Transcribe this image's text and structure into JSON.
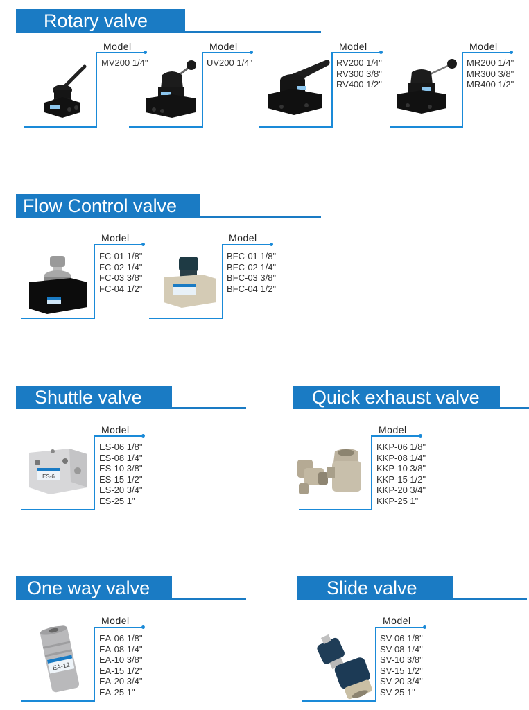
{
  "colors": {
    "brand_blue": "#1a7bc4",
    "line_blue": "#1a8ad8"
  },
  "sections": {
    "rotary": {
      "title": "Rotary valve",
      "items": [
        {
          "label": "Model",
          "models": [
            "MV200 1/4\""
          ],
          "image": "rotary-valve-mv-icon"
        },
        {
          "label": "Model",
          "models": [
            "UV200 1/4\""
          ],
          "image": "rotary-valve-uv-icon"
        },
        {
          "label": "Model",
          "models": [
            "RV200 1/4\"",
            "RV300 3/8\"",
            "RV400 1/2\""
          ],
          "image": "rotary-valve-rv-icon"
        },
        {
          "label": "Model",
          "models": [
            "MR200 1/4\"",
            "MR300 3/8\"",
            "MR400 1/2\""
          ],
          "image": "rotary-valve-mr-icon"
        }
      ]
    },
    "flow": {
      "title": "Flow Control valve",
      "items": [
        {
          "label": "Model",
          "models": [
            "FC-01 1/8\"",
            "FC-02 1/4\"",
            "FC-03 3/8\"",
            "FC-04 1/2\""
          ],
          "image": "flow-control-valve-fc-icon"
        },
        {
          "label": "Model",
          "models": [
            "BFC-01 1/8\"",
            "BFC-02 1/4\"",
            "BFC-03 3/8\"",
            "BFC-04 1/2\""
          ],
          "image": "flow-control-valve-bfc-icon"
        }
      ]
    },
    "shuttle": {
      "title": "Shuttle valve",
      "items": [
        {
          "label": "Model",
          "models": [
            "ES-06 1/8\"",
            "ES-08 1/4\"",
            "ES-10 3/8\"",
            "ES-15 1/2\"",
            "ES-20 3/4\"",
            "ES-25 1\""
          ],
          "image": "shuttle-valve-icon",
          "badge": "ES-6"
        }
      ]
    },
    "quick": {
      "title": "Quick exhaust valve",
      "items": [
        {
          "label": "Model",
          "models": [
            "KKP-06 1/8\"",
            "KKP-08 1/4\"",
            "KKP-10 3/8\"",
            "KKP-15 1/2\"",
            "KKP-20 3/4\"",
            "KKP-25 1\""
          ],
          "image": "quick-exhaust-valve-icon"
        }
      ]
    },
    "oneway": {
      "title": "One way valve",
      "items": [
        {
          "label": "Model",
          "models": [
            "EA-06 1/8\"",
            "EA-08 1/4\"",
            "EA-10 3/8\"",
            "EA-15 1/2\"",
            "EA-20 3/4\"",
            "EA-25 1\""
          ],
          "image": "one-way-valve-icon",
          "badge": "EA-12"
        }
      ]
    },
    "slide": {
      "title": "Slide valve",
      "items": [
        {
          "label": "Model",
          "models": [
            "SV-06 1/8\"",
            "SV-08 1/4\"",
            "SV-10 3/8\"",
            "SV-15 1/2\"",
            "SV-20 3/4\"",
            "SV-25 1\""
          ],
          "image": "slide-valve-icon"
        }
      ]
    }
  }
}
